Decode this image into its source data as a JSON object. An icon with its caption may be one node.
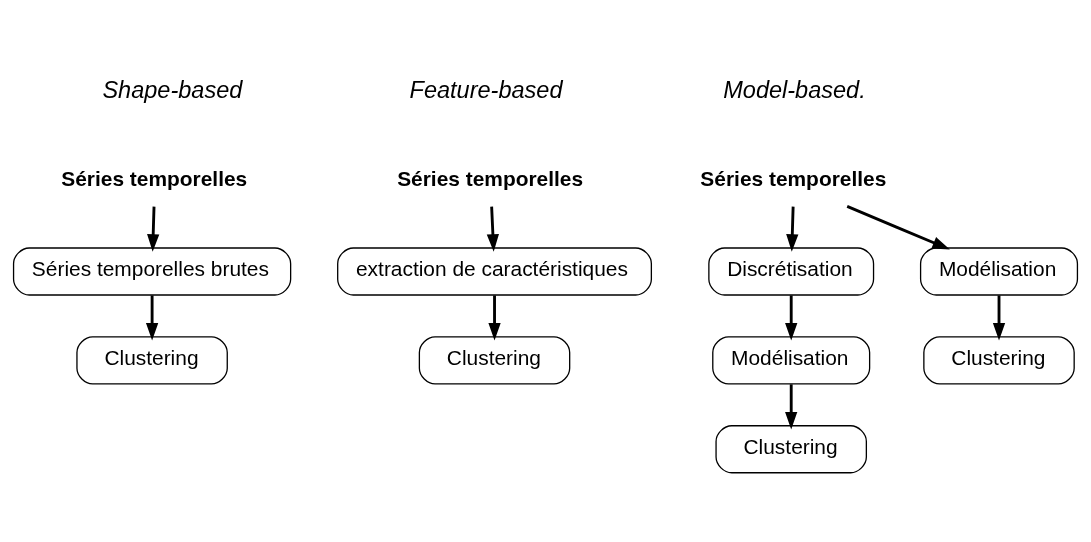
{
  "diagram": {
    "nodes": [
      {
        "text": [
          "Séries temporelles"
        ]
      },
      {
        "text": [
          "Séries temporelles brutes"
        ]
      },
      {
        "text": [
          "Clustering"
        ]
      },
      {
        "text": [
          "Séries temporelles"
        ]
      },
      {
        "text": [
          "extraction de caractéristiques"
        ]
      },
      {
        "text": [
          "Clustering"
        ]
      },
      {
        "text": [
          "Séries temporelles"
        ]
      },
      {
        "text": [
          "Discrétisation"
        ]
      },
      {
        "text": [
          "Modélisation"
        ]
      },
      {
        "text": [
          "Modélisation"
        ]
      },
      {
        "text": [
          "Clustering"
        ]
      },
      {
        "text": [
          "Clustering"
        ]
      }
    ],
    "edges": [
      {
        "from": 0,
        "to": 1,
        "arrow": "to"
      },
      {
        "from": 1,
        "to": 2,
        "arrow": "to"
      },
      {
        "from": 3,
        "to": 4,
        "arrow": "to"
      },
      {
        "from": 4,
        "to": 5,
        "arrow": "to"
      },
      {
        "from": 6,
        "to": 7,
        "arrow": "to"
      },
      {
        "from": 6,
        "to": 8,
        "arrow": "to"
      },
      {
        "from": 7,
        "to": 9,
        "arrow": "to"
      },
      {
        "from": 9,
        "to": 11,
        "arrow": "to"
      },
      {
        "from": 8,
        "to": 10,
        "arrow": "to"
      }
    ],
    "labels": [
      "Shape-based",
      "Feature-based",
      "Model-based."
    ]
  }
}
